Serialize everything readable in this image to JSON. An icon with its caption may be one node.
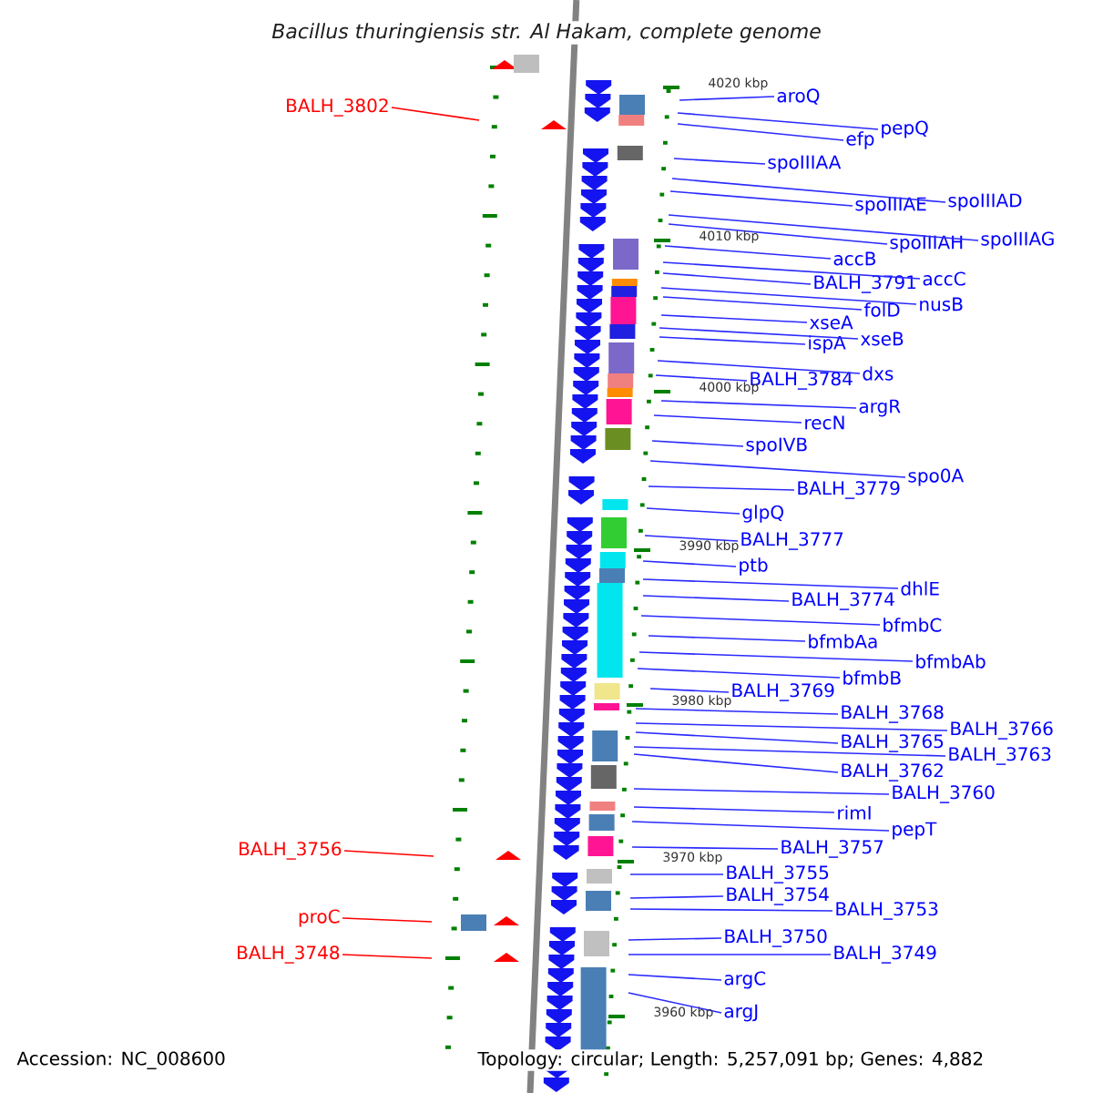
{
  "diagram": {
    "title": "Bacillus thuringiensis str. Al Hakam, complete genome",
    "nodes": [
      {
        "text": [
          "BALH_3802"
        ]
      },
      {
        "text": [
          "aroQ"
        ]
      },
      {
        "text": [
          "pepQ"
        ]
      },
      {
        "text": [
          "efp"
        ]
      },
      {
        "text": [
          "spoIIIAA"
        ]
      },
      {
        "text": [
          "spoIIIAD"
        ]
      },
      {
        "text": [
          "spoIIIAE"
        ]
      },
      {
        "text": [
          "spoIIIAG"
        ]
      },
      {
        "text": [
          "spoIIIAH"
        ]
      },
      {
        "text": [
          "accB"
        ]
      },
      {
        "text": [
          "accC"
        ]
      },
      {
        "text": [
          "BALH_3791"
        ]
      },
      {
        "text": [
          "nusB"
        ]
      },
      {
        "text": [
          "folD"
        ]
      },
      {
        "text": [
          "xseA"
        ]
      },
      {
        "text": [
          "xseB"
        ]
      },
      {
        "text": [
          "ispA"
        ]
      },
      {
        "text": [
          "dxs"
        ]
      },
      {
        "text": [
          "BALH_3784"
        ]
      },
      {
        "text": [
          "argR"
        ]
      },
      {
        "text": [
          "recN"
        ]
      },
      {
        "text": [
          "spoIVB"
        ]
      },
      {
        "text": [
          "spo0A"
        ]
      },
      {
        "text": [
          "BALH_3779"
        ]
      },
      {
        "text": [
          "glpQ"
        ]
      },
      {
        "text": [
          "BALH_3777"
        ]
      },
      {
        "text": [
          "ptb"
        ]
      },
      {
        "text": [
          "dhlE"
        ]
      },
      {
        "text": [
          "BALH_3774"
        ]
      },
      {
        "text": [
          "bfmbC"
        ]
      },
      {
        "text": [
          "bfmbAa"
        ]
      },
      {
        "text": [
          "bfmbAb"
        ]
      },
      {
        "text": [
          "bfmbB"
        ]
      },
      {
        "text": [
          "BALH_3769"
        ]
      },
      {
        "text": [
          "BALH_3768"
        ]
      },
      {
        "text": [
          "BALH_3766"
        ]
      },
      {
        "text": [
          "BALH_3765"
        ]
      },
      {
        "text": [
          "BALH_3763"
        ]
      },
      {
        "text": [
          "BALH_3762"
        ]
      },
      {
        "text": [
          "BALH_3760"
        ]
      },
      {
        "text": [
          "rimI"
        ]
      },
      {
        "text": [
          "pepT"
        ]
      },
      {
        "text": [
          "BALH_3756"
        ]
      },
      {
        "text": [
          "BALH_3757"
        ]
      },
      {
        "text": [
          "BALH_3755"
        ]
      },
      {
        "text": [
          "BALH_3754"
        ]
      },
      {
        "text": [
          "BALH_3753"
        ]
      },
      {
        "text": [
          "proC"
        ]
      },
      {
        "text": [
          "BALH_3750"
        ]
      },
      {
        "text": [
          "BALH_3749"
        ]
      },
      {
        "text": [
          "BALH_3748"
        ]
      },
      {
        "text": [
          "argC"
        ]
      },
      {
        "text": [
          "argJ"
        ]
      }
    ],
    "edges": [
      {
        "from": 0,
        "to": null,
        "arrow": "none",
        "color": "#ff0000"
      },
      {
        "from": 1,
        "to": null,
        "arrow": "none"
      },
      {
        "from": 2,
        "to": null,
        "arrow": "none"
      },
      {
        "from": 3,
        "to": null,
        "arrow": "none"
      },
      {
        "from": 4,
        "to": null,
        "arrow": "none"
      },
      {
        "from": 5,
        "to": null,
        "arrow": "none"
      },
      {
        "from": 6,
        "to": null,
        "arrow": "none"
      },
      {
        "from": 7,
        "to": null,
        "arrow": "none"
      },
      {
        "from": 8,
        "to": null,
        "arrow": "none"
      },
      {
        "from": 9,
        "to": null,
        "arrow": "none"
      },
      {
        "from": 10,
        "to": null,
        "arrow": "none"
      },
      {
        "from": 11,
        "to": null,
        "arrow": "none"
      },
      {
        "from": 12,
        "to": null,
        "arrow": "none"
      },
      {
        "from": 13,
        "to": null,
        "arrow": "none"
      },
      {
        "from": 14,
        "to": null,
        "arrow": "none"
      },
      {
        "from": 15,
        "to": null,
        "arrow": "none"
      },
      {
        "from": 16,
        "to": null,
        "arrow": "none"
      },
      {
        "from": 17,
        "to": null,
        "arrow": "none"
      },
      {
        "from": 18,
        "to": null,
        "arrow": "none"
      },
      {
        "from": 19,
        "to": null,
        "arrow": "none"
      },
      {
        "from": 20,
        "to": null,
        "arrow": "none"
      },
      {
        "from": 21,
        "to": null,
        "arrow": "none"
      },
      {
        "from": 22,
        "to": null,
        "arrow": "none"
      },
      {
        "from": 23,
        "to": null,
        "arrow": "none"
      },
      {
        "from": 24,
        "to": null,
        "arrow": "none"
      },
      {
        "from": 25,
        "to": null,
        "arrow": "none"
      },
      {
        "from": 26,
        "to": null,
        "arrow": "none"
      },
      {
        "from": 27,
        "to": null,
        "arrow": "none"
      },
      {
        "from": 28,
        "to": null,
        "arrow": "none"
      },
      {
        "from": 29,
        "to": null,
        "arrow": "none"
      },
      {
        "from": 30,
        "to": null,
        "arrow": "none"
      },
      {
        "from": 31,
        "to": null,
        "arrow": "none"
      },
      {
        "from": 32,
        "to": null,
        "arrow": "none"
      },
      {
        "from": 33,
        "to": null,
        "arrow": "none"
      },
      {
        "from": 34,
        "to": null,
        "arrow": "none"
      },
      {
        "from": 35,
        "to": null,
        "arrow": "none"
      },
      {
        "from": 36,
        "to": null,
        "arrow": "none"
      },
      {
        "from": 37,
        "to": null,
        "arrow": "none"
      },
      {
        "from": 38,
        "to": null,
        "arrow": "none"
      },
      {
        "from": 39,
        "to": null,
        "arrow": "none"
      },
      {
        "from": 40,
        "to": null,
        "arrow": "none"
      },
      {
        "from": 41,
        "to": null,
        "arrow": "none"
      },
      {
        "from": 42,
        "to": null,
        "arrow": "none",
        "color": "#ff0000"
      },
      {
        "from": 43,
        "to": null,
        "arrow": "none"
      },
      {
        "from": 44,
        "to": null,
        "arrow": "none"
      },
      {
        "from": 45,
        "to": null,
        "arrow": "none"
      },
      {
        "from": 46,
        "to": null,
        "arrow": "none"
      },
      {
        "from": 47,
        "to": null,
        "arrow": "none",
        "color": "#ff0000"
      },
      {
        "from": 48,
        "to": null,
        "arrow": "none"
      },
      {
        "from": 49,
        "to": null,
        "arrow": "none"
      },
      {
        "from": 50,
        "to": null,
        "arrow": "none",
        "color": "#ff0000"
      },
      {
        "from": 51,
        "to": null,
        "arrow": "none"
      },
      {
        "from": 52,
        "to": null,
        "arrow": "none"
      }
    ],
    "labels": [
      "4020 kbp",
      "4010 kbp",
      "4000 kbp",
      "3990 kbp",
      "3980 kbp",
      "3970 kbp",
      "3960 kbp",
      "Accession: NC_008600",
      "Topology: circular; Length: 5,257,091 bp; Genes: 4,882"
    ]
  }
}
